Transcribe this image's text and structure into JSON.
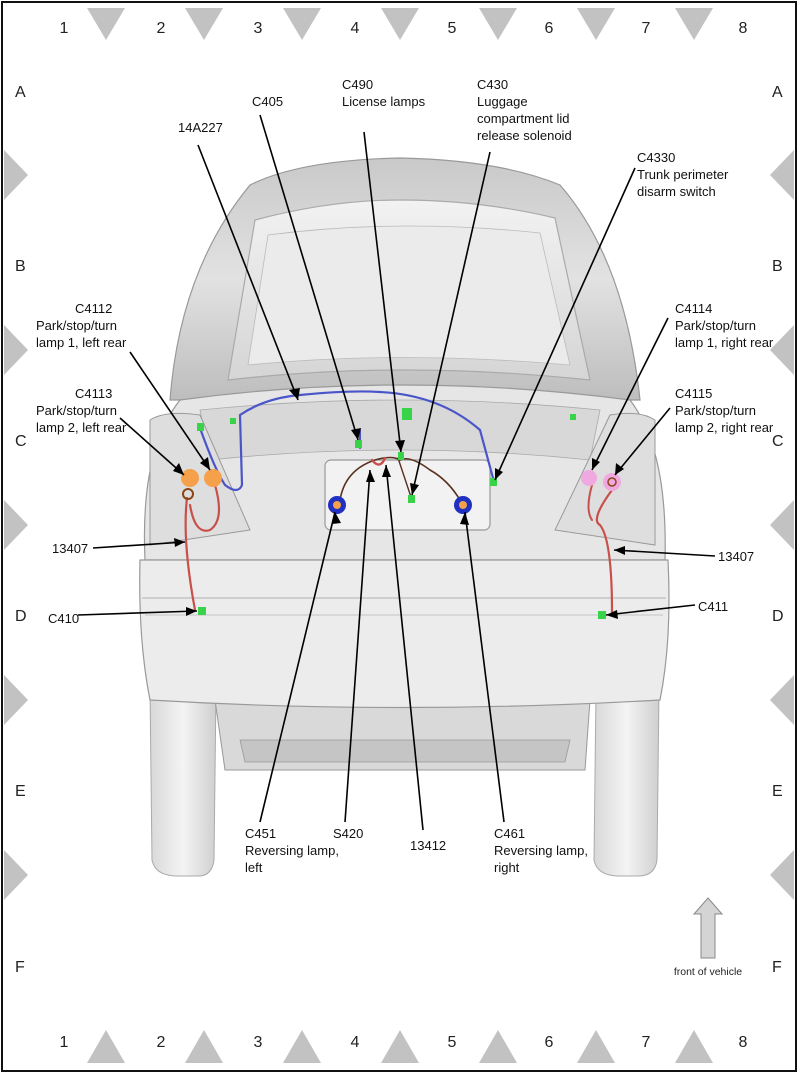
{
  "grid": {
    "columns": [
      "1",
      "2",
      "3",
      "4",
      "5",
      "6",
      "7",
      "8"
    ],
    "rows": [
      "A",
      "B",
      "C",
      "D",
      "E",
      "F"
    ]
  },
  "labels": {
    "l14A227": "14A227",
    "c405": "C405",
    "c490_id": "C490",
    "c490_desc": "License lamps",
    "c430_id": "C430",
    "c430_d1": "Luggage",
    "c430_d2": "compartment lid",
    "c430_d3": "release solenoid",
    "c4330_id": "C4330",
    "c4330_d1": "Trunk perimeter",
    "c4330_d2": "disarm switch",
    "c4112_id": "C4112",
    "c4112_d1": "Park/stop/turn",
    "c4112_d2": "lamp 1, left rear",
    "c4113_id": "C4113",
    "c4113_d1": "Park/stop/turn",
    "c4113_d2": "lamp 2, left rear",
    "c4114_id": "C4114",
    "c4114_d1": "Park/stop/turn",
    "c4114_d2": "lamp 1, right rear",
    "c4115_id": "C4115",
    "c4115_d1": "Park/stop/turn",
    "c4115_d2": "lamp 2, right rear",
    "w13407_left": "13407",
    "w13407_right": "13407",
    "c410": "C410",
    "c411": "C411",
    "c451_id": "C451",
    "c451_d1": "Reversing lamp,",
    "c451_d2": "left",
    "s420": "S420",
    "w13412": "13412",
    "c461_id": "C461",
    "c461_d1": "Reversing lamp,",
    "c461_d2": "right"
  },
  "front_of_vehicle": "front of vehicle",
  "colors": {
    "wire_blue": "#4a55c8",
    "wire_red": "#c8504a",
    "wire_brown": "#5a3020",
    "connector_green": "#39d34a",
    "lamp_orange": "#f5a04a",
    "lamp_pink": "#f0a8e0",
    "reversing_blue": "#2030c0"
  }
}
